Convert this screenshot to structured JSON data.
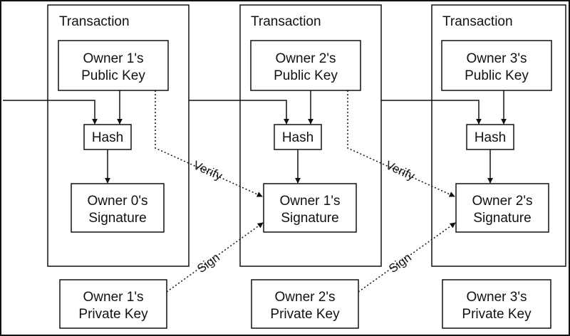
{
  "transactions": [
    {
      "title": "Transaction",
      "public_key": [
        "Owner 1's",
        "Public Key"
      ],
      "hash": "Hash",
      "signature": [
        "Owner 0's",
        "Signature"
      ],
      "private_key": [
        "Owner 1's",
        "Private Key"
      ]
    },
    {
      "title": "Transaction",
      "public_key": [
        "Owner 2's",
        "Public Key"
      ],
      "hash": "Hash",
      "signature": [
        "Owner 1's",
        "Signature"
      ],
      "private_key": [
        "Owner 2's",
        "Private Key"
      ]
    },
    {
      "title": "Transaction",
      "public_key": [
        "Owner 3's",
        "Public Key"
      ],
      "hash": "Hash",
      "signature": [
        "Owner 2's",
        "Signature"
      ],
      "private_key": [
        "Owner 3's",
        "Private Key"
      ]
    }
  ],
  "edges": {
    "verify_label": "Verify",
    "sign_label": "Sign"
  },
  "colors": {
    "stroke": "#111111",
    "background": "#ffffff"
  }
}
